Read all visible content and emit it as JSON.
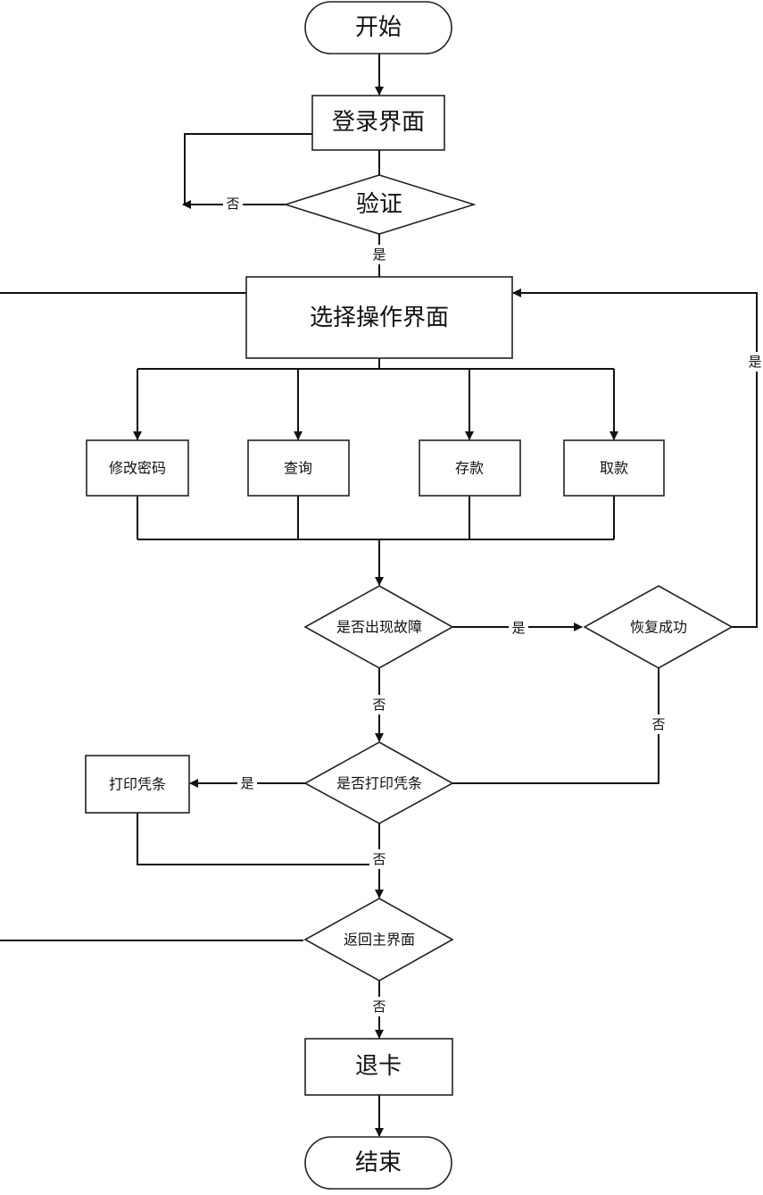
{
  "nodes": {
    "start": "开始",
    "login": "登录界面",
    "verify": "验证",
    "select": "选择操作界面",
    "change_pwd": "修改密码",
    "query": "查询",
    "deposit": "存款",
    "withdraw": "取款",
    "fault": "是否出现故障",
    "recover": "恢复成功",
    "print_q": "是否打印凭条",
    "print": "打印凭条",
    "return_main": "返回主界面",
    "eject": "退卡",
    "end": "结束"
  },
  "labels": {
    "verify_no": "否",
    "verify_yes": "是",
    "recover_yes": "是",
    "fault_yes": "是",
    "fault_no": "否",
    "recover_no": "否",
    "print_yes": "是",
    "print_no": "否",
    "return_no": "否"
  }
}
